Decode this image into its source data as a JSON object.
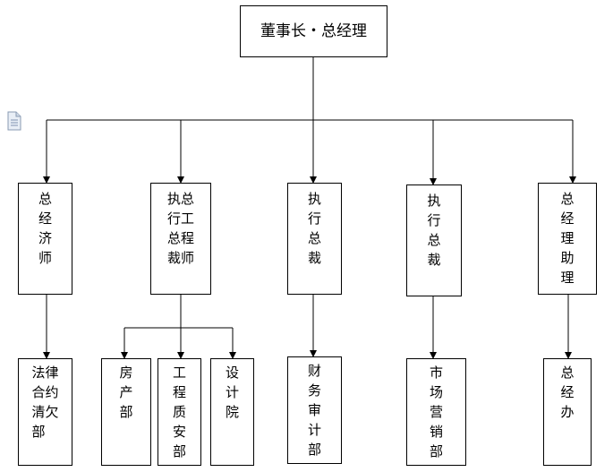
{
  "chart": {
    "top": {
      "label": "董事长・总经理"
    },
    "middle": [
      {
        "key": "economist",
        "label": "总\n经\n济\n师"
      },
      {
        "key": "exec-chief-engineer",
        "label": "执总\n行工\n总程\n裁师"
      },
      {
        "key": "exec-president-1",
        "label": "执\n行\n总\n裁"
      },
      {
        "key": "exec-president-2",
        "label": "执\n行\n总\n裁"
      },
      {
        "key": "gm-assistant",
        "label": "总\n经\n理\n助\n理"
      }
    ],
    "bottom": [
      {
        "key": "legal",
        "label": "法律\n合约\n清欠\n部"
      },
      {
        "key": "real-estate",
        "label": "房\n产\n部"
      },
      {
        "key": "engineering-qa",
        "label": "工\n程\n质\n安\n部"
      },
      {
        "key": "design-institute",
        "label": "设\n计\n院"
      },
      {
        "key": "finance-audit",
        "label": "财\n务\n审\n计\n部"
      },
      {
        "key": "marketing",
        "label": "市\n场\n营\n销\n部"
      },
      {
        "key": "gm-office",
        "label": "总\n经\n办"
      }
    ]
  }
}
